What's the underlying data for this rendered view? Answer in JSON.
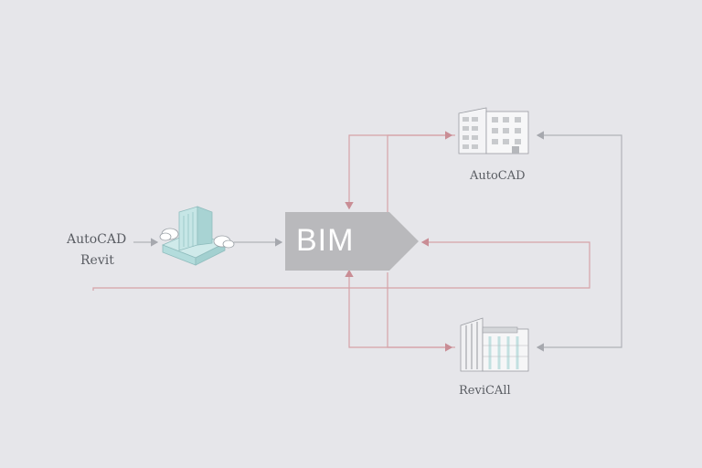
{
  "hub": {
    "label": "BIM"
  },
  "source": {
    "label_line1": "AutoCAD",
    "label_line2": "Revit",
    "icon": "building-cloud-icon"
  },
  "top_node": {
    "label": "AutoCAD",
    "icon": "office-building-icon"
  },
  "bottom_node": {
    "label": "ReviCAll",
    "icon": "tall-building-icon"
  },
  "colors": {
    "background": "#e6e6ea",
    "hub_fill": "#b9b9bc",
    "connector_red": "#d6a2a8",
    "connector_gray": "#b0b2b8",
    "icon_teal": "#bfe2e2"
  }
}
